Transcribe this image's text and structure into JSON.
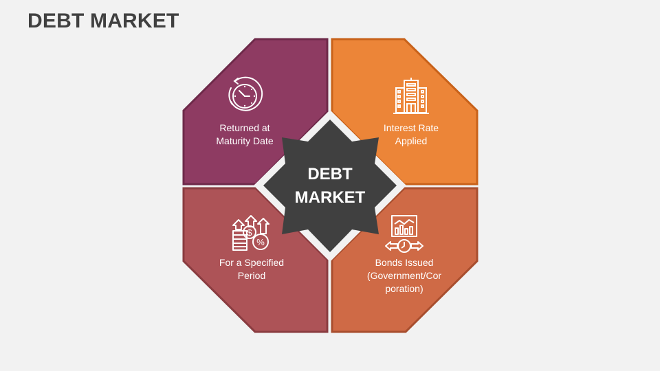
{
  "slide": {
    "title": "DEBT MARKET"
  },
  "center": {
    "line1": "DEBT",
    "line2": "MARKET",
    "color": "#404040"
  },
  "quadrants": [
    {
      "position": "top-left",
      "icon": "clock-return-icon",
      "line1": "Returned at",
      "line2": "Maturity Date",
      "fill": "#8e3b62",
      "stroke": "#6e2a4a"
    },
    {
      "position": "top-right",
      "icon": "building-icon",
      "line1": "Interest Rate",
      "line2": "Applied",
      "fill": "#ec8538",
      "stroke": "#c8621a"
    },
    {
      "position": "bottom-left",
      "icon": "money-growth-percent-icon",
      "line1": "For a Specified",
      "line2": "Period",
      "fill": "#ad5357",
      "stroke": "#8a3c40"
    },
    {
      "position": "bottom-right",
      "icon": "bond-chart-clock-icon",
      "line1": "Bonds Issued",
      "line2": "(Government/Cor",
      "line3": "poration)",
      "fill": "#cf6a46",
      "stroke": "#a84e2e"
    }
  ]
}
